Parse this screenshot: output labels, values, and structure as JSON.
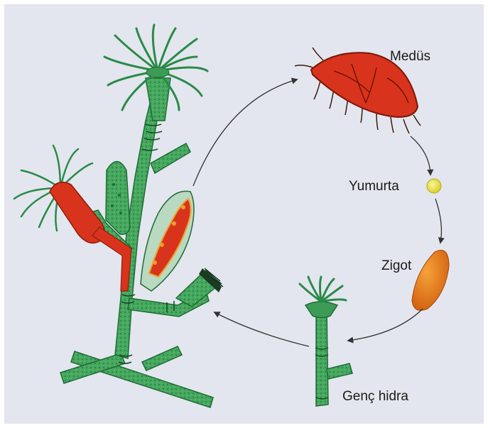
{
  "labels": {
    "medusa": "Medüs",
    "egg": "Yumurta",
    "zygote": "Zigot",
    "young_hydra": "Genç hidra"
  },
  "colors": {
    "background": "#e3e6ee",
    "stalk_green": "#3fa35a",
    "stalk_dark": "#1f6b36",
    "red": "#d8331c",
    "egg_yellow": "#f0e64a",
    "zygote_orange": "#ec7a1e",
    "arrow": "#333333"
  }
}
